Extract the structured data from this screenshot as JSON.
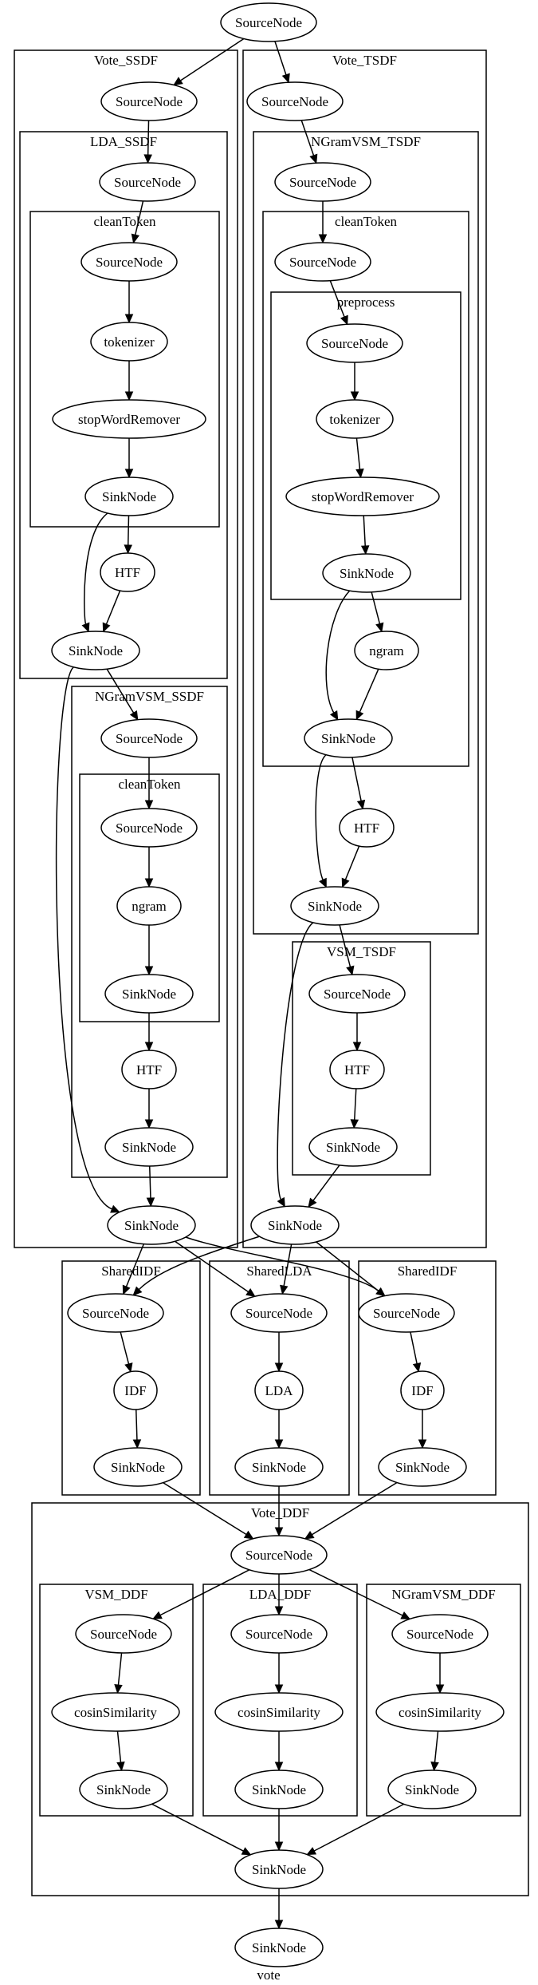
{
  "graph": {
    "caption": "vote",
    "clusters": [
      {
        "id": "c_vote_ssdf",
        "label": "Vote_SSDF"
      },
      {
        "id": "c_vote_tsdf",
        "label": "Vote_TSDF"
      },
      {
        "id": "c_lda_ssdf",
        "label": "LDA_SSDF"
      },
      {
        "id": "c_clean1",
        "label": "cleanToken"
      },
      {
        "id": "c_ngram_ssdf",
        "label": "NGramVSM_SSDF"
      },
      {
        "id": "c_clean2",
        "label": "cleanToken"
      },
      {
        "id": "c_ngram_tsdf",
        "label": "NGramVSM_TSDF"
      },
      {
        "id": "c_clean3",
        "label": "cleanToken"
      },
      {
        "id": "c_pre",
        "label": "preprocess"
      },
      {
        "id": "c_vsm_tsdf",
        "label": "VSM_TSDF"
      },
      {
        "id": "c_sidf1",
        "label": "SharedIDF"
      },
      {
        "id": "c_slda",
        "label": "SharedLDA"
      },
      {
        "id": "c_sidf2",
        "label": "SharedIDF"
      },
      {
        "id": "c_vote_ddf",
        "label": "Vote_DDF"
      },
      {
        "id": "c_vsm_ddf",
        "label": "VSM_DDF"
      },
      {
        "id": "c_lda_ddf",
        "label": "LDA_DDF"
      },
      {
        "id": "c_ngram_ddf",
        "label": "NGramVSM_DDF"
      }
    ],
    "nodes": [
      {
        "id": "root_src",
        "label": "SourceNode"
      },
      {
        "id": "vs_src",
        "label": "SourceNode"
      },
      {
        "id": "lda_src",
        "label": "SourceNode"
      },
      {
        "id": "ct1_src",
        "label": "SourceNode"
      },
      {
        "id": "ct1_tok",
        "label": "tokenizer"
      },
      {
        "id": "ct1_stop",
        "label": "stopWordRemover"
      },
      {
        "id": "ct1_sink",
        "label": "SinkNode"
      },
      {
        "id": "lda_htf",
        "label": "HTF"
      },
      {
        "id": "lda_sink",
        "label": "SinkNode"
      },
      {
        "id": "ngs_src",
        "label": "SourceNode"
      },
      {
        "id": "ct2_src",
        "label": "SourceNode"
      },
      {
        "id": "ct2_ngram",
        "label": "ngram"
      },
      {
        "id": "ct2_sink",
        "label": "SinkNode"
      },
      {
        "id": "ngs_htf",
        "label": "HTF"
      },
      {
        "id": "ngs_sink",
        "label": "SinkNode"
      },
      {
        "id": "vs_sink",
        "label": "SinkNode"
      },
      {
        "id": "vt_src",
        "label": "SourceNode"
      },
      {
        "id": "ngt_src",
        "label": "SourceNode"
      },
      {
        "id": "ct3_src",
        "label": "SourceNode"
      },
      {
        "id": "pre_src",
        "label": "SourceNode"
      },
      {
        "id": "pre_tok",
        "label": "tokenizer"
      },
      {
        "id": "pre_stop",
        "label": "stopWordRemover"
      },
      {
        "id": "pre_sink",
        "label": "SinkNode"
      },
      {
        "id": "ct3_ngram",
        "label": "ngram"
      },
      {
        "id": "ct3_sink",
        "label": "SinkNode"
      },
      {
        "id": "ngt_htf",
        "label": "HTF"
      },
      {
        "id": "ngt_sink",
        "label": "SinkNode"
      },
      {
        "id": "vsmt_src",
        "label": "SourceNode"
      },
      {
        "id": "vsmt_htf",
        "label": "HTF"
      },
      {
        "id": "vsmt_sink",
        "label": "SinkNode"
      },
      {
        "id": "vt_sink",
        "label": "SinkNode"
      },
      {
        "id": "sidf1_src",
        "label": "SourceNode"
      },
      {
        "id": "sidf1_idf",
        "label": "IDF"
      },
      {
        "id": "sidf1_sink",
        "label": "SinkNode"
      },
      {
        "id": "slda_src",
        "label": "SourceNode"
      },
      {
        "id": "slda_lda",
        "label": "LDA"
      },
      {
        "id": "slda_sink",
        "label": "SinkNode"
      },
      {
        "id": "sidf2_src",
        "label": "SourceNode"
      },
      {
        "id": "sidf2_idf",
        "label": "IDF"
      },
      {
        "id": "sidf2_sink",
        "label": "SinkNode"
      },
      {
        "id": "ddf_src",
        "label": "SourceNode"
      },
      {
        "id": "vd_src",
        "label": "SourceNode"
      },
      {
        "id": "vd_cos",
        "label": "cosinSimilarity"
      },
      {
        "id": "vd_sink",
        "label": "SinkNode"
      },
      {
        "id": "ld_src",
        "label": "SourceNode"
      },
      {
        "id": "ld_cos",
        "label": "cosinSimilarity"
      },
      {
        "id": "ld_sink",
        "label": "SinkNode"
      },
      {
        "id": "nd_src",
        "label": "SourceNode"
      },
      {
        "id": "nd_cos",
        "label": "cosinSimilarity"
      },
      {
        "id": "nd_sink",
        "label": "SinkNode"
      },
      {
        "id": "ddf_sink",
        "label": "SinkNode"
      },
      {
        "id": "final_sink",
        "label": "SinkNode"
      }
    ],
    "edges": [
      [
        "root_src",
        "vs_src"
      ],
      [
        "root_src",
        "vt_src"
      ],
      [
        "vs_src",
        "lda_src"
      ],
      [
        "lda_src",
        "ct1_src"
      ],
      [
        "ct1_src",
        "ct1_tok"
      ],
      [
        "ct1_tok",
        "ct1_stop"
      ],
      [
        "ct1_stop",
        "ct1_sink"
      ],
      [
        "ct1_sink",
        "lda_htf"
      ],
      [
        "ct1_sink",
        "lda_sink"
      ],
      [
        "lda_htf",
        "lda_sink"
      ],
      [
        "lda_sink",
        "ngs_src"
      ],
      [
        "lda_sink",
        "vs_sink"
      ],
      [
        "ngs_src",
        "ct2_src"
      ],
      [
        "ct2_src",
        "ct2_ngram"
      ],
      [
        "ct2_ngram",
        "ct2_sink"
      ],
      [
        "ct2_sink",
        "ngs_htf"
      ],
      [
        "ngs_htf",
        "ngs_sink"
      ],
      [
        "ngs_sink",
        "vs_sink"
      ],
      [
        "vt_src",
        "ngt_src"
      ],
      [
        "ngt_src",
        "ct3_src"
      ],
      [
        "ct3_src",
        "pre_src"
      ],
      [
        "pre_src",
        "pre_tok"
      ],
      [
        "pre_tok",
        "pre_stop"
      ],
      [
        "pre_stop",
        "pre_sink"
      ],
      [
        "pre_sink",
        "ct3_ngram"
      ],
      [
        "pre_sink",
        "ct3_sink"
      ],
      [
        "ct3_ngram",
        "ct3_sink"
      ],
      [
        "ct3_sink",
        "ngt_htf"
      ],
      [
        "ct3_sink",
        "ngt_sink"
      ],
      [
        "ngt_htf",
        "ngt_sink"
      ],
      [
        "ngt_sink",
        "vsmt_src"
      ],
      [
        "ngt_sink",
        "vt_sink"
      ],
      [
        "vsmt_src",
        "vsmt_htf"
      ],
      [
        "vsmt_htf",
        "vsmt_sink"
      ],
      [
        "vsmt_sink",
        "vt_sink"
      ],
      [
        "vs_sink",
        "sidf1_src"
      ],
      [
        "vs_sink",
        "slda_src"
      ],
      [
        "vs_sink",
        "sidf2_src"
      ],
      [
        "vt_sink",
        "sidf1_src"
      ],
      [
        "vt_sink",
        "slda_src"
      ],
      [
        "vt_sink",
        "sidf2_src"
      ],
      [
        "sidf1_src",
        "sidf1_idf"
      ],
      [
        "sidf1_idf",
        "sidf1_sink"
      ],
      [
        "slda_src",
        "slda_lda"
      ],
      [
        "slda_lda",
        "slda_sink"
      ],
      [
        "sidf2_src",
        "sidf2_idf"
      ],
      [
        "sidf2_idf",
        "sidf2_sink"
      ],
      [
        "sidf1_sink",
        "ddf_src"
      ],
      [
        "slda_sink",
        "ddf_src"
      ],
      [
        "sidf2_sink",
        "ddf_src"
      ],
      [
        "ddf_src",
        "vd_src"
      ],
      [
        "ddf_src",
        "ld_src"
      ],
      [
        "ddf_src",
        "nd_src"
      ],
      [
        "vd_src",
        "vd_cos"
      ],
      [
        "vd_cos",
        "vd_sink"
      ],
      [
        "ld_src",
        "ld_cos"
      ],
      [
        "ld_cos",
        "ld_sink"
      ],
      [
        "nd_src",
        "nd_cos"
      ],
      [
        "nd_cos",
        "nd_sink"
      ],
      [
        "vd_sink",
        "ddf_sink"
      ],
      [
        "ld_sink",
        "ddf_sink"
      ],
      [
        "nd_sink",
        "ddf_sink"
      ],
      [
        "ddf_sink",
        "final_sink"
      ]
    ]
  }
}
